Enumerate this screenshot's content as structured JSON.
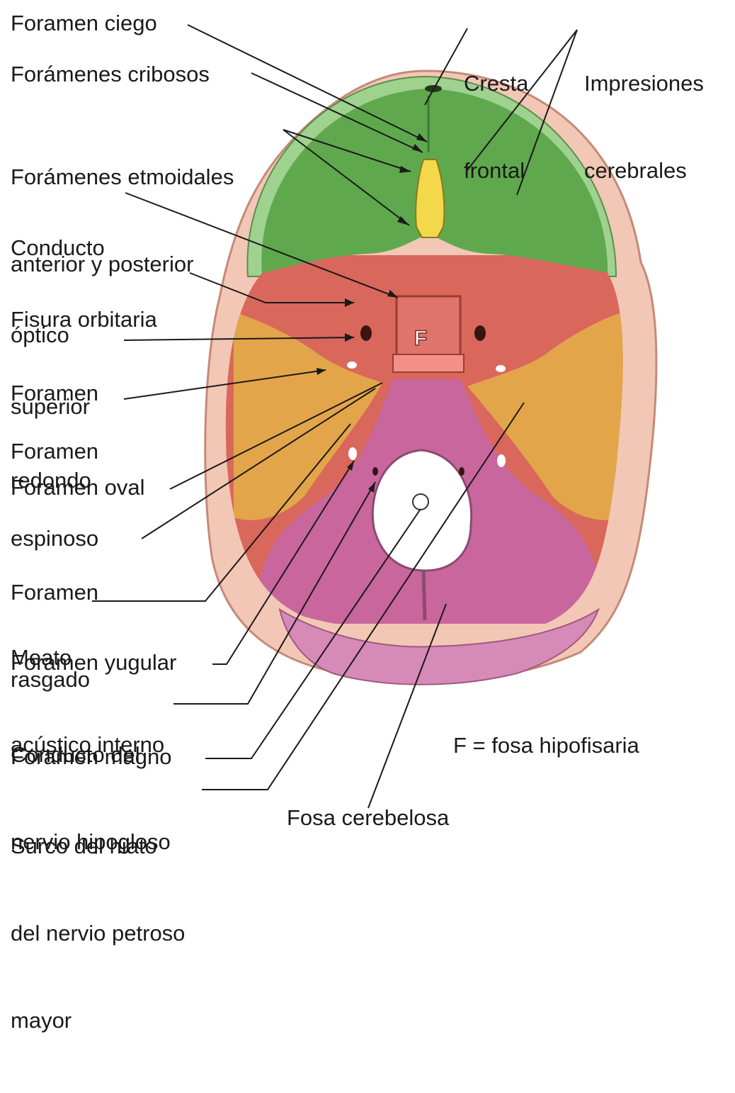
{
  "labels": {
    "foramen_ciego": "Foramen ciego",
    "foramenes_cribosos": "Forámenes cribosos",
    "foramenes_etmoidales": [
      "Forámenes etmoidales",
      "anterior y posterior"
    ],
    "conducto_optico": [
      "Conducto",
      "óptico"
    ],
    "fisura_orbitaria": [
      "Fisura orbitaria",
      "superior"
    ],
    "foramen_redondo": [
      "Foramen",
      "redondo"
    ],
    "foramen_espinoso": [
      "Foramen",
      "espinoso"
    ],
    "foramen_oval": "Foramen oval",
    "foramen_rasgado": [
      "Foramen",
      "rasgado"
    ],
    "meato_acustico": [
      "Meato",
      "acústico interno"
    ],
    "foramen_yugular": "Foramen yugular",
    "conducto_hipogloso": [
      "Conducto del",
      "nervio hipogloso"
    ],
    "foramen_magno": "Foramen magno",
    "surco_hiato": [
      "Surco del hiato",
      "del nervio petroso",
      "mayor"
    ],
    "cresta_frontal": [
      "Cresta",
      "frontal"
    ],
    "impresiones_cerebrales": [
      "Impresiones",
      "cerebrales"
    ],
    "fosa_cerebelosa": "Fosa cerebelosa",
    "legend_f": "F = fosa hipofisaria",
    "f_mark": "F"
  },
  "colors": {
    "frontal": "#5fa84e",
    "frontal_rim": "#9fd18f",
    "sphenoid": "#d9675c",
    "temporal": "#e3a54a",
    "occipital": "#c9669e",
    "parietal_rim": "#f2c7b5",
    "ethmoid": "#f2d84a"
  }
}
